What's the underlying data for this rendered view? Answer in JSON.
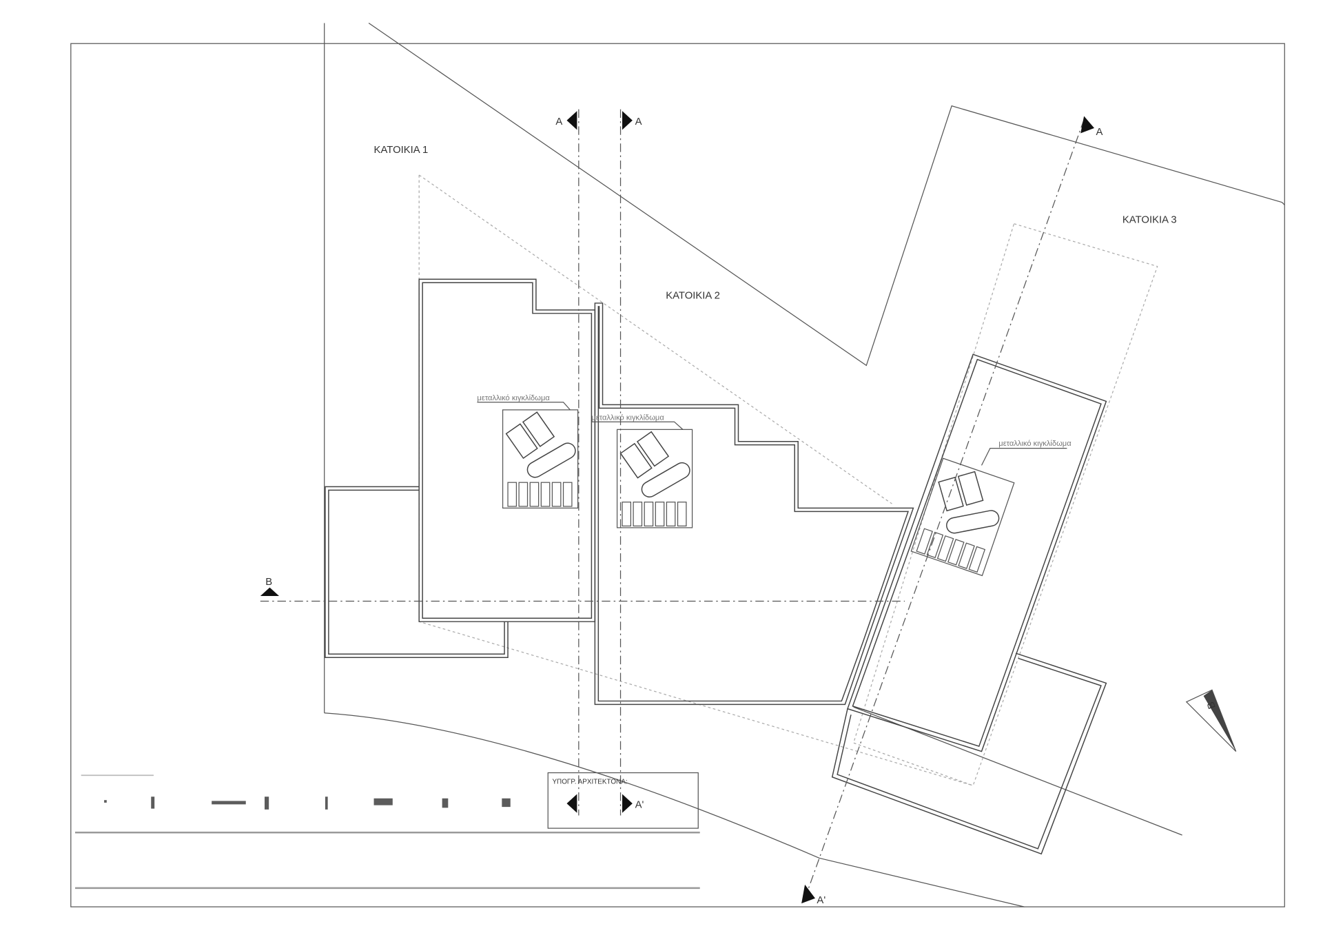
{
  "labels": {
    "house1": "ΚΑΤΟΙΚΙΑ 1",
    "house2": "ΚΑΤΟΙΚΙΑ 2",
    "house3": "ΚΑΤΟΙΚΙΑ 3",
    "railing": "μεταλλικό κιγκλίδωμα",
    "signature": "ΥΠΟΓΡ. ΑΡΧΙΤΕΚΤΟΝΑ:",
    "north": "B"
  },
  "sections": {
    "a": "A",
    "a_prime": "A'",
    "b": "B"
  }
}
